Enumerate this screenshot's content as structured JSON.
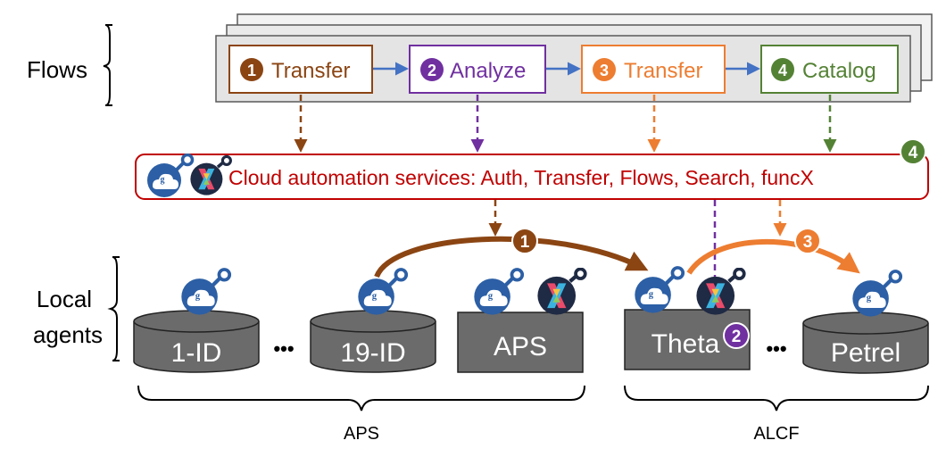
{
  "left_labels": {
    "flows": "Flows",
    "local_line1": "Local",
    "local_line2": "agents"
  },
  "flow_steps": [
    {
      "num": "1",
      "label": "Transfer",
      "color": "#8B4513"
    },
    {
      "num": "2",
      "label": "Analyze",
      "color": "#7030A0"
    },
    {
      "num": "3",
      "label": "Transfer",
      "color": "#ED7D31"
    },
    {
      "num": "4",
      "label": "Catalog",
      "color": "#548235"
    }
  ],
  "services": {
    "text": "Cloud automation services: Auth, Transfer, Flows, Search, funcX",
    "color": "#C00000",
    "badge": "4",
    "badge_color": "#548235"
  },
  "agents": {
    "ids": [
      "1-ID",
      "19-ID",
      "APS",
      "Theta",
      "Petrel"
    ],
    "ellipsis": "•••",
    "theta_badge": "2",
    "theta_badge_color": "#7030A0"
  },
  "arrows": {
    "step1_badge": "1",
    "step1_color": "#8B4513",
    "step3_badge": "3",
    "step3_color": "#ED7D31"
  },
  "groups": {
    "left": "APS",
    "right": "ALCF"
  },
  "icons": {
    "globus": "globus-cloud-icon",
    "funcx": "funcx-x-icon"
  },
  "colors": {
    "storage_fill": "#6B6B6B",
    "globus_blue": "#2C5FA5",
    "flow_arrow": "#4472C4"
  }
}
